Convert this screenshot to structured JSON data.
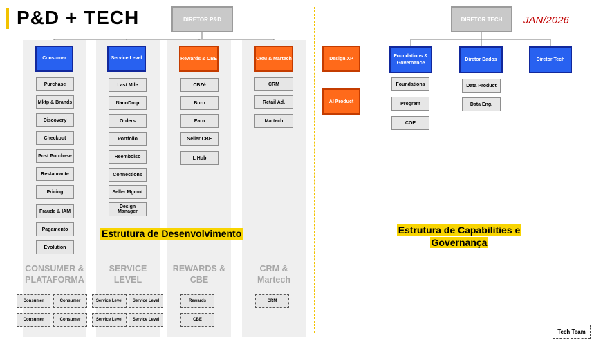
{
  "header": {
    "title": "P&D + TECH",
    "date": "JAN/2026"
  },
  "executives": {
    "pd": "DIRETOR P&D",
    "tech": "DIRETOR TECH"
  },
  "columns": {
    "consumer": {
      "head": "Consumer",
      "items": [
        "Purchase",
        "Mktp & Brands",
        "Discovery",
        "Checkout",
        "Post Purchase",
        "Restaurante",
        "Pricing",
        "Fraude & IAM",
        "Pagamento",
        "Evolution"
      ],
      "area": "CONSUMER & PLATAFORMA",
      "teams": [
        "Consumer",
        "Consumer",
        "Consumer",
        "Consumer"
      ]
    },
    "service": {
      "head": "Service Level",
      "items": [
        "Last Mile",
        "NanoDrop",
        "Orders",
        "Portfolio",
        "Reembolso",
        "Connections",
        "Seller Mgmnt",
        "Design Manager"
      ],
      "area": "SERVICE LEVEL",
      "teams": [
        "Service Level",
        "Service Level",
        "Service Level",
        "Service Level"
      ]
    },
    "rewards": {
      "head": "Rewards & CBE",
      "items": [
        "CBZé",
        "Burn",
        "Earn",
        "Seller CBE",
        "L Hub"
      ],
      "area": "REWARDS & CBE",
      "teams": [
        "Rewards",
        "CBE"
      ]
    },
    "crm": {
      "head": "CRM & Martech",
      "items": [
        "CRM",
        "Retail Ad.",
        "Martech"
      ],
      "area": "CRM & Martech",
      "teams": [
        "CRM"
      ]
    }
  },
  "design": {
    "xp": "Design XP",
    "ai": "AI Product"
  },
  "tech_columns": {
    "foundations": {
      "head": "Foundations & Governance",
      "items": [
        "Foundations",
        "Program",
        "COE"
      ]
    },
    "dados": {
      "head": "Diretor Dados",
      "items": [
        "Data Product",
        "Data Eng."
      ]
    },
    "tech": {
      "head": "Diretor Tech"
    }
  },
  "labels": {
    "dev": "Estrutura de Desenvolvimento",
    "cap_line1": "Estrutura de Capabilities e",
    "cap_line2": "Governança",
    "tech_team": "Tech Team"
  },
  "colors": {
    "accent": "#f2c200",
    "blue": "#2861f0",
    "orange": "#ff6a1a",
    "date": "#c00000"
  }
}
